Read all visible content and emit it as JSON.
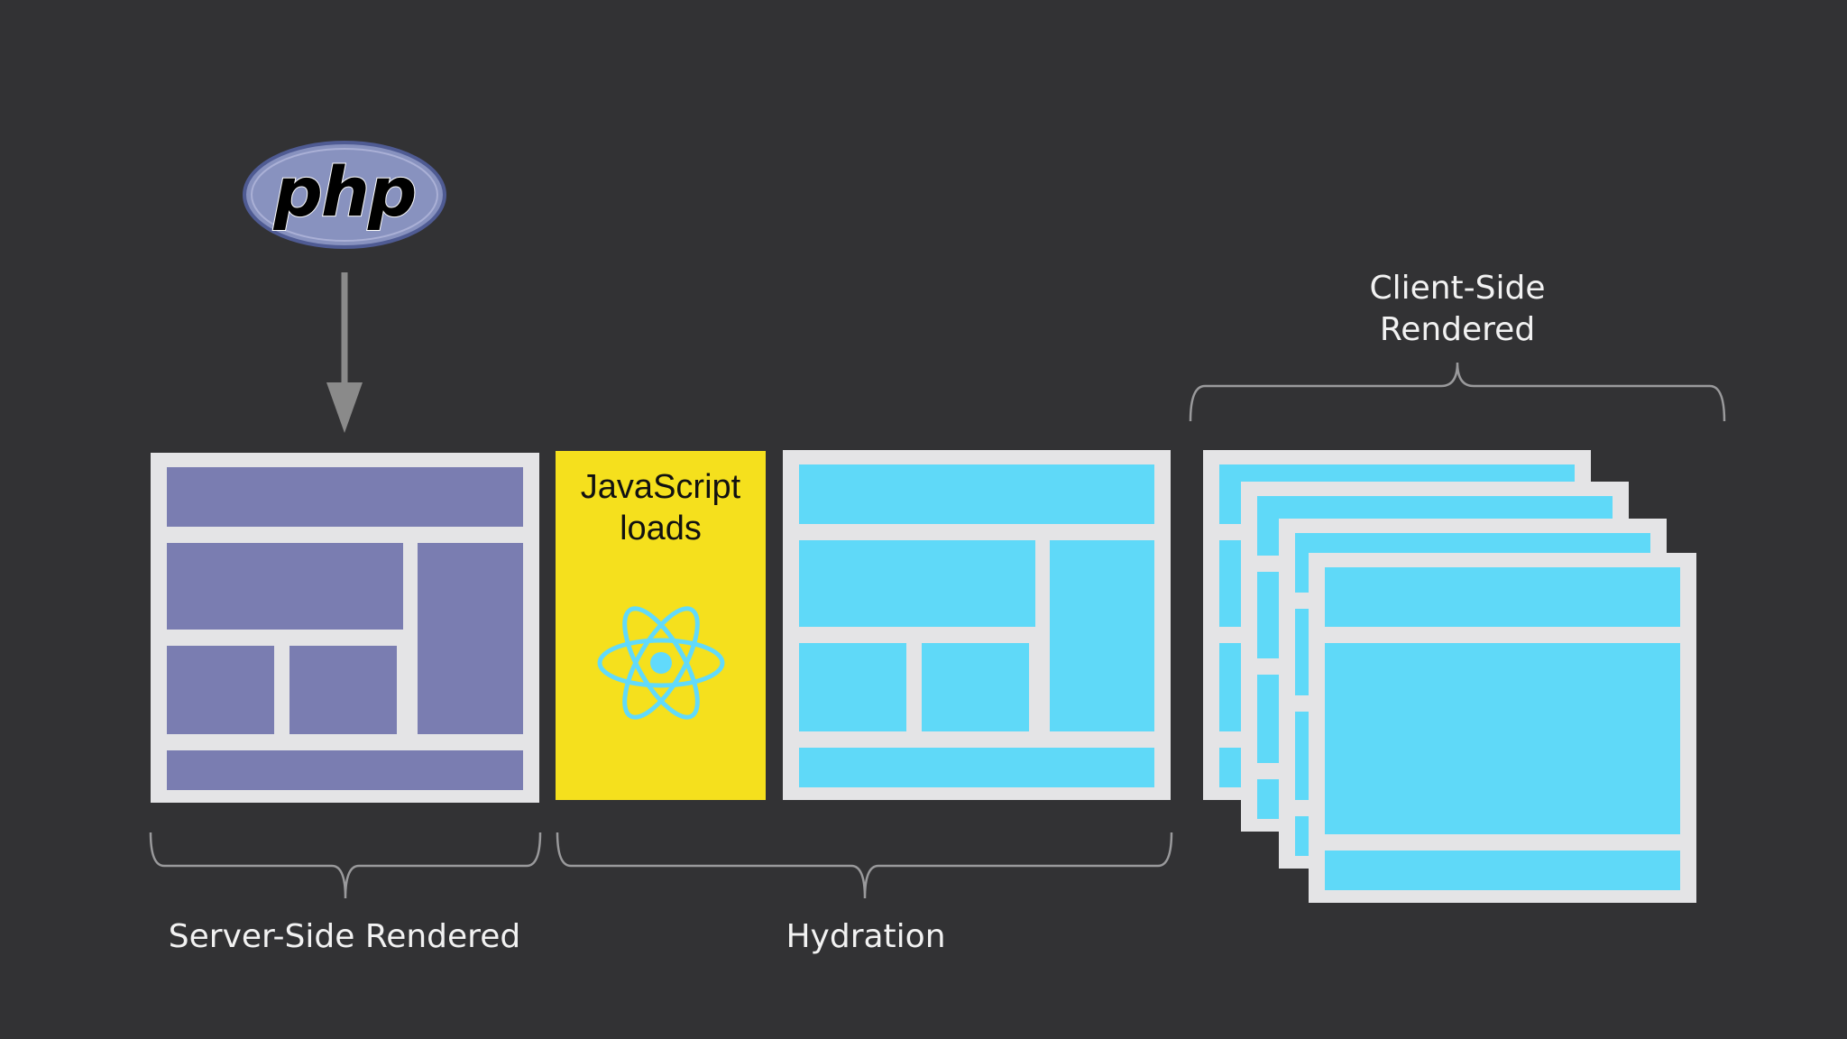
{
  "logo": {
    "text": "php",
    "colors": {
      "fill": "#8892bf",
      "outline": "#4f5b93",
      "text": "#000000"
    }
  },
  "javascript_panel": {
    "line1": "JavaScript",
    "line2": "loads",
    "icon": "react-icon",
    "background": "#f5e01d",
    "icon_color": "#61dafb"
  },
  "labels": {
    "server_side": "Server-Side Rendered",
    "hydration": "Hydration",
    "client_side_line1": "Client-Side",
    "client_side_line2": "Rendered"
  },
  "colors": {
    "background": "#323234",
    "server_block": "#7a7db1",
    "client_block": "#5fd9f8",
    "frame": "#e4e4e6",
    "arrow": "#8a8a8a"
  }
}
